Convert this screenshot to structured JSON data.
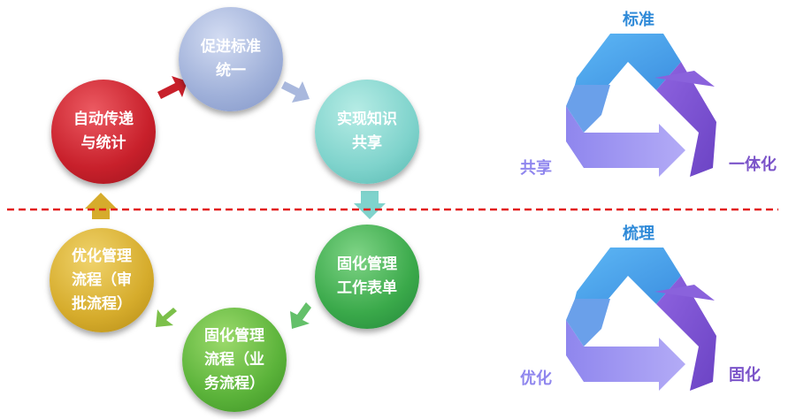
{
  "cycle": {
    "standardize": "促进标准\n统一",
    "share": "实现知识\n共享",
    "auto": "自动传递\n与统计",
    "solidify_form": "固化管理\n工作表单",
    "solidify_flow": "固化管理\n流程（业\n务流程）",
    "optimize": "优化管理\n流程（审\n批流程）"
  },
  "triangle_top": {
    "top_label": "标准",
    "left_label": "共享",
    "right_label": "一体化"
  },
  "triangle_bottom": {
    "top_label": "梳理",
    "left_label": "优化",
    "right_label": "固化"
  },
  "colors": {
    "standardize": "#a9b8dd",
    "share": "#7fd3cc",
    "auto": "#c8202b",
    "solidify_form": "#3aa94a",
    "solidify_flow": "#5bb33a",
    "optimize": "#d6ac2c",
    "divider": "#e21d1d",
    "tri_blue": "#4fa8ee",
    "tri_purple": "#7d55d4",
    "tri_lavender": "#a49bf2",
    "label_blue": "#2f8ad8",
    "label_purple": "#7b54c9"
  }
}
